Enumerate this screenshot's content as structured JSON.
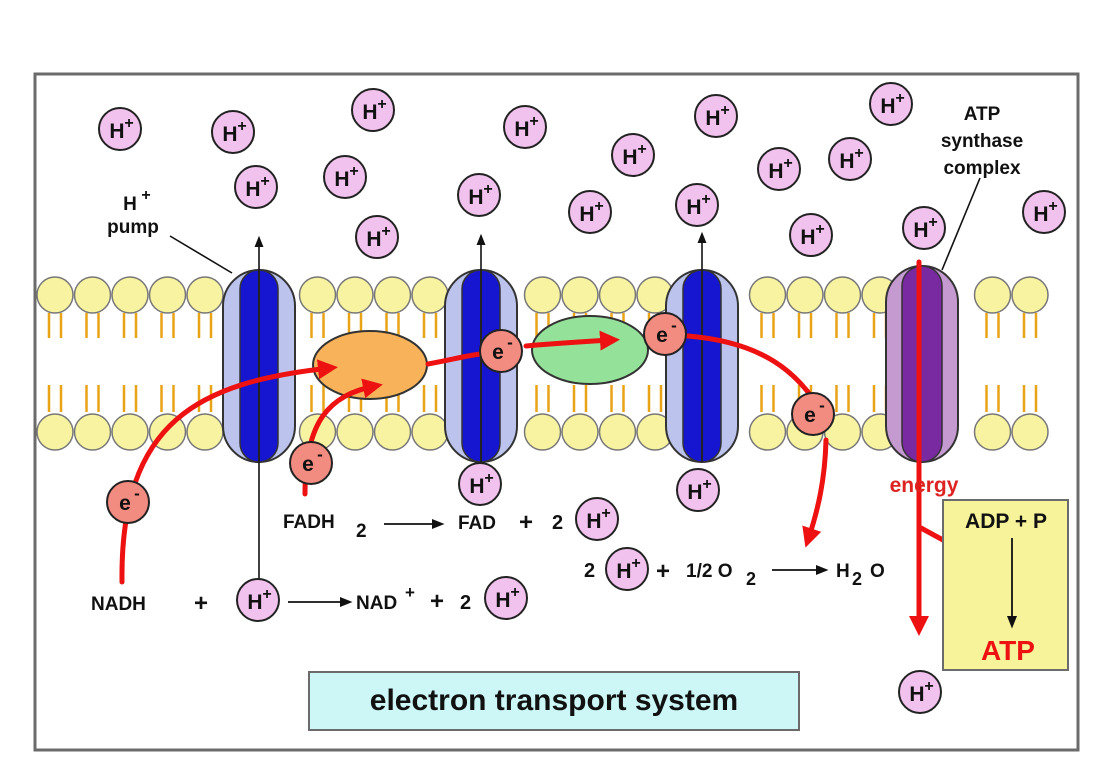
{
  "title": "electron transport system",
  "labels": {
    "h_pump_h": "H",
    "h_pump_plus": "+",
    "h_pump_word": "pump",
    "atp_synthase_line1": "ATP",
    "atp_synthase_line2": "synthase",
    "atp_synthase_line3": "complex",
    "energy": "energy"
  },
  "ion": {
    "h": "H",
    "plus": "+"
  },
  "electron": {
    "e": "e",
    "minus": "-"
  },
  "reactions": {
    "nadh": {
      "reactant": "NADH",
      "plus1": "+",
      "product": "NAD",
      "product_sup": "+",
      "plus2": "+",
      "coefficient": "2"
    },
    "fadh2": {
      "reactant": "FADH",
      "reactant_sub": "2",
      "product": "FAD",
      "plus": "+",
      "coefficient": "2"
    },
    "water": {
      "coefficient": "2",
      "plus": "+",
      "oxygen": "1/2 O",
      "oxygen_sub": "2",
      "product_h": "H",
      "product_sub": "2",
      "product_o": "O"
    }
  },
  "atp_box": {
    "reactants": "ADP + P",
    "product": "ATP"
  },
  "colors": {
    "background": "#ffffff",
    "frame_border": "#6b6b6b",
    "lipid_head": "#f7f3a0",
    "lipid_tail": "#e8a317",
    "pump_outer": "#bcc4ee",
    "pump_inner": "#1616d0",
    "atp_synthase_outer": "#c49ad0",
    "atp_synthase_inner": "#7a2aa0",
    "h_ion_fill": "#f2c2ee",
    "electron_fill": "#f28b80",
    "carrier_orange": "#f7b25a",
    "carrier_green": "#94e29a",
    "arrow_red": "#ee1111",
    "energy_text": "#dd2222",
    "atp_box_fill": "#f7f39a",
    "title_box_fill": "#cdf7f7"
  }
}
